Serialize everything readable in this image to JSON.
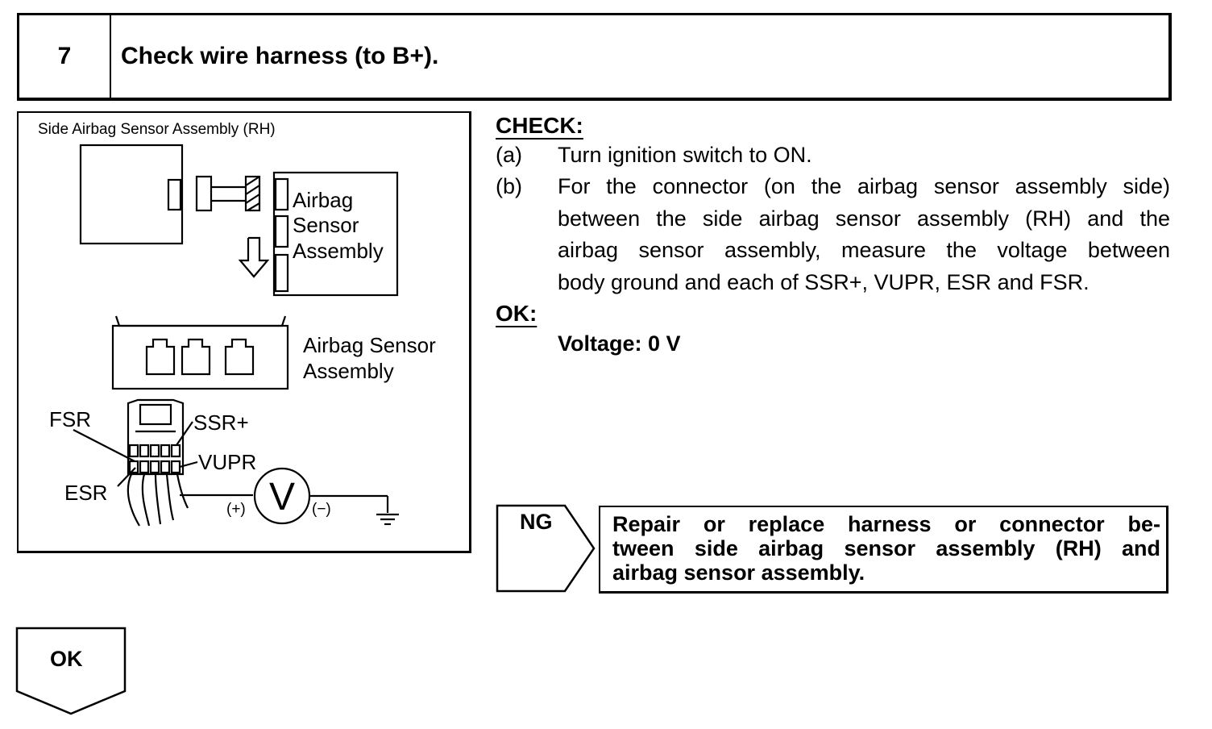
{
  "step": {
    "number": "7",
    "title": "Check wire harness (to B+)."
  },
  "figure": {
    "title": "Side Airbag Sensor Assembly (RH)",
    "sensor_label": [
      "Airbag",
      "Sensor",
      "Assembly"
    ],
    "connector_label": [
      "Airbag Sensor",
      "Assembly"
    ],
    "terminals": {
      "fsr": "FSR",
      "ssr_plus": "SSR+",
      "vupr": "VUPR",
      "esr": "ESR"
    },
    "meter": {
      "symbol": "V",
      "plus": "(+)",
      "minus": "(−)"
    }
  },
  "check": {
    "heading": "CHECK:",
    "steps": [
      {
        "marker": "(a)",
        "text": "Turn ignition switch to ON."
      },
      {
        "marker": "(b)",
        "lines": [
          "For the connector (on the airbag sensor assembly side)",
          "between the side airbag sensor assembly (RH) and the",
          "airbag sensor assembly, measure the voltage between",
          "body ground and each of SSR+, VUPR, ESR and FSR."
        ]
      }
    ],
    "ok_heading": "OK:",
    "spec": "Voltage: 0 V"
  },
  "ng": {
    "label": "NG",
    "lines": [
      "Repair or replace harness or connector be-",
      "tween side airbag sensor assembly (RH) and",
      "airbag sensor assembly."
    ]
  },
  "ok": {
    "label": "OK"
  }
}
